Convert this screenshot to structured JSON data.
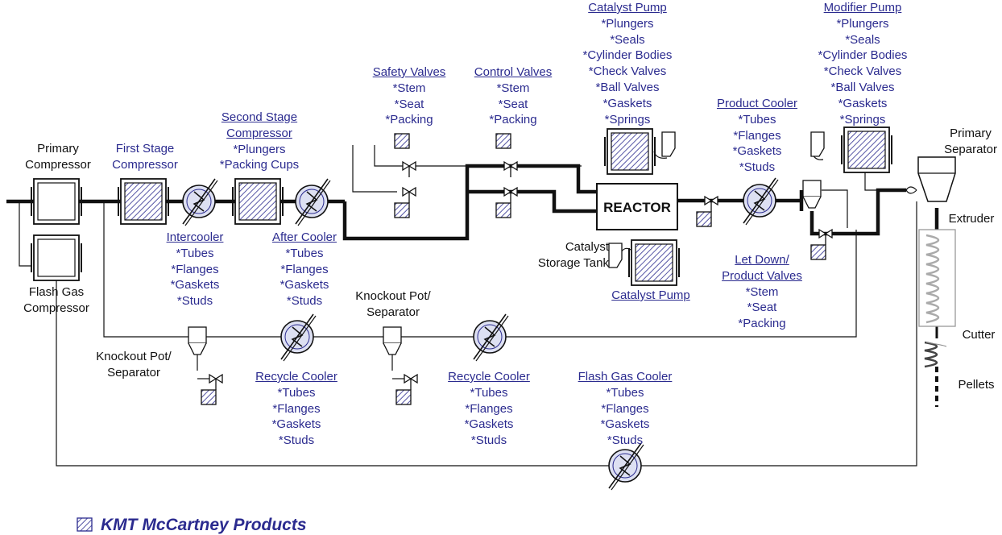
{
  "diagram": {
    "catalyst_pump_top": {
      "title": "Catalyst Pump",
      "items": [
        "*Plungers",
        "*Seals",
        "*Cylinder Bodies",
        "*Check Valves",
        "*Ball Valves",
        "*Gaskets",
        "*Springs"
      ]
    },
    "modifier_pump": {
      "title": "Modifier Pump",
      "items": [
        "*Plungers",
        "*Seals",
        "*Cylinder Bodies",
        "*Check Valves",
        "*Ball Valves",
        "*Gaskets",
        "*Springs"
      ]
    },
    "safety_valves": {
      "title": "Safety Valves",
      "items": [
        "*Stem",
        "*Seat",
        "*Packing"
      ]
    },
    "control_valves": {
      "title": "Control Valves",
      "items": [
        "*Stem",
        "*Seat",
        "*Packing"
      ]
    },
    "product_cooler": {
      "title": "Product Cooler",
      "items": [
        "*Tubes",
        "*Flanges",
        "*Gaskets",
        "*Studs"
      ]
    },
    "second_stage_compressor": {
      "title": "Second Stage Compressor",
      "title_lines": [
        "Second Stage",
        "Compressor"
      ],
      "items": [
        "*Plungers",
        "*Packing Cups"
      ]
    },
    "primary_compressor": {
      "lines": [
        "Primary",
        "Compressor"
      ]
    },
    "first_stage_compressor": {
      "lines": [
        "First Stage",
        "Compressor"
      ]
    },
    "primary_separator": {
      "lines": [
        "Primary",
        "Separator"
      ]
    },
    "extruder": "Extruder",
    "cutter": "Cutter",
    "pellets": "Pellets",
    "reactor": "REACTOR",
    "intercooler": {
      "title": "Intercooler",
      "items": [
        "*Tubes",
        "*Flanges",
        "*Gaskets",
        "*Studs"
      ]
    },
    "after_cooler": {
      "title": "After Cooler",
      "items": [
        "*Tubes",
        "*Flanges",
        "*Gaskets",
        "*Studs"
      ]
    },
    "catalyst_storage_tank": {
      "lines": [
        "Catalyst",
        "Storage Tank"
      ]
    },
    "catalyst_pump_bottom": {
      "title": "Catalyst Pump"
    },
    "let_down_valves": {
      "title_lines": [
        "Let Down/",
        "Product Valves"
      ],
      "items": [
        "*Stem",
        "*Seat",
        "*Packing"
      ]
    },
    "flash_gas_compressor": {
      "lines": [
        "Flash Gas",
        "Compressor"
      ]
    },
    "knockout_pot_left": {
      "lines": [
        "Knockout Pot/",
        "Separator"
      ]
    },
    "knockout_pot_mid": {
      "lines": [
        "Knockout Pot/",
        "Separator"
      ]
    },
    "recycle_cooler_1": {
      "title": "Recycle Cooler",
      "items": [
        "*Tubes",
        "*Flanges",
        "*Gaskets",
        "*Studs"
      ]
    },
    "recycle_cooler_2": {
      "title": "Recycle Cooler",
      "items": [
        "*Tubes",
        "*Flanges",
        "*Gaskets",
        "*Studs"
      ]
    },
    "flash_gas_cooler": {
      "title": "Flash Gas Cooler",
      "items": [
        "*Tubes",
        "*Flanges",
        "*Gaskets",
        "*Studs"
      ]
    }
  },
  "legend": {
    "label": "KMT McCartney Products"
  },
  "colors": {
    "link": "#2b2b8f",
    "line": "#111111",
    "hatch": "#2b2b8f"
  }
}
